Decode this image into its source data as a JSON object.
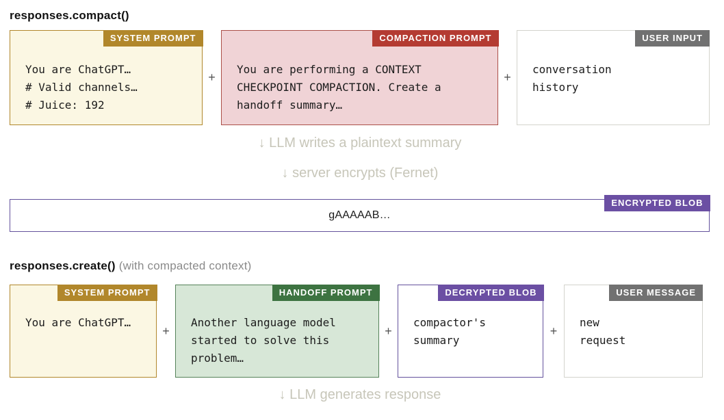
{
  "plus": "+",
  "colors": {
    "system_prompt_accent": "#b1872b",
    "system_prompt_bg": "#fbf7e3",
    "compaction_prompt_accent": "#b43b32",
    "compaction_prompt_bg": "#f0d3d6",
    "user_io_accent": "#717171",
    "blob_accent": "#6b4fa3",
    "handoff_prompt_accent": "#3d7341",
    "handoff_prompt_bg": "#d7e7d7",
    "arrow_text": "#c7c6b9"
  },
  "compact_section": {
    "heading": "responses.compact()",
    "boxes": {
      "system_prompt": {
        "tag": "SYSTEM PROMPT",
        "lines": [
          "You are ChatGPT…",
          "# Valid channels…",
          "# Juice: 192"
        ]
      },
      "compaction_prompt": {
        "tag": "COMPACTION PROMPT",
        "lines": [
          "You are performing a CONTEXT",
          "CHECKPOINT COMPACTION. Create a",
          "handoff summary…"
        ]
      },
      "user_input": {
        "tag": "USER INPUT",
        "lines": [
          "conversation",
          "history"
        ]
      }
    },
    "arrow_summary": "↓ LLM writes a plaintext summary",
    "arrow_encrypt": "↓ server encrypts (Fernet)"
  },
  "encrypted_blob": {
    "tag": "ENCRYPTED BLOB",
    "text": "gAAAAAB…"
  },
  "create_section": {
    "heading": "responses.create()",
    "heading_suffix": "(with compacted context)",
    "boxes": {
      "system_prompt": {
        "tag": "SYSTEM PROMPT",
        "lines": [
          "You are ChatGPT…"
        ]
      },
      "handoff_prompt": {
        "tag": "HANDOFF PROMPT",
        "lines": [
          "Another language model",
          "started to solve this",
          "problem…"
        ]
      },
      "decrypted_blob": {
        "tag": "DECRYPTED BLOB",
        "lines": [
          "compactor's",
          "summary"
        ]
      },
      "user_message": {
        "tag": "USER MESSAGE",
        "lines": [
          "new",
          "request"
        ]
      }
    },
    "arrow_generate": "↓ LLM generates response"
  }
}
